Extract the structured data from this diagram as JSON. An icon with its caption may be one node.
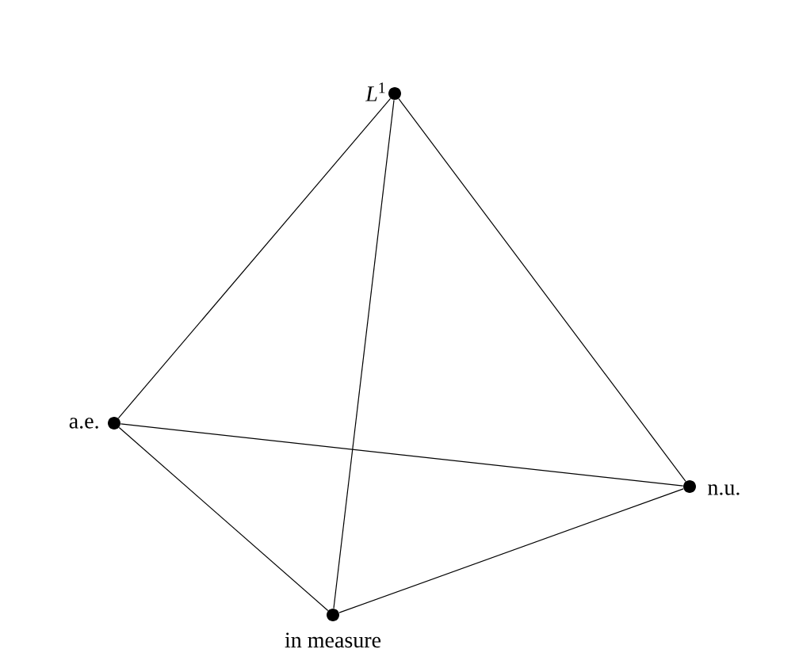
{
  "diagram": {
    "nodes": [
      {
        "text": [],
        "shape": "circle",
        "beside": [
          "*L*$^{1}$"
        ]
      },
      {
        "text": [],
        "shape": "circle",
        "beside": [
          "a.e."
        ]
      },
      {
        "text": [],
        "shape": "circle",
        "beside": [
          "n.u."
        ]
      },
      {
        "text": [],
        "shape": "circle",
        "beside": [
          "in measure"
        ]
      }
    ],
    "edges": [
      {
        "from": 0,
        "to": 1,
        "arrow": "none"
      },
      {
        "from": 0,
        "to": 2,
        "arrow": "none"
      },
      {
        "from": 0,
        "to": 3,
        "arrow": "none"
      },
      {
        "from": 1,
        "to": 2,
        "arrow": "none"
      },
      {
        "from": 1,
        "to": 3,
        "arrow": "none"
      },
      {
        "from": 3,
        "to": 2,
        "arrow": "none"
      }
    ]
  }
}
